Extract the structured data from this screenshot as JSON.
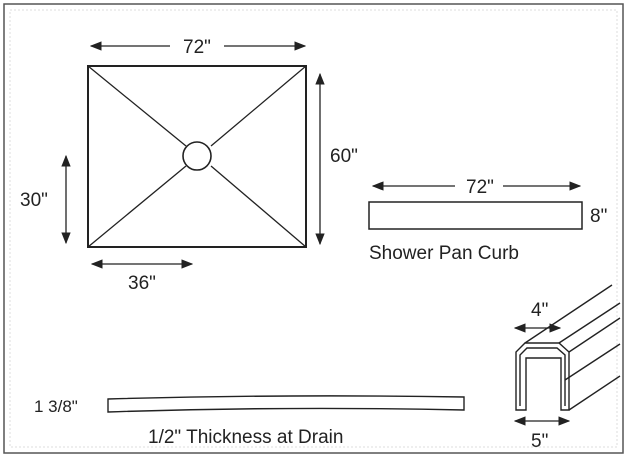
{
  "labels": {
    "pan_width": "72\"",
    "pan_depth": "60\"",
    "drain_offset_vertical": "30\"",
    "drain_offset_horizontal": "36\"",
    "curb_length": "72\"",
    "curb_height": "8\"",
    "curb_title": "Shower Pan Curb",
    "profile_top_width": "4\"",
    "profile_bottom_width": "5\"",
    "edge_thickness": "1 3/8\"",
    "drain_thickness_note": "1/2\" Thickness at Drain"
  },
  "colors": {
    "ink": "#222222",
    "background": "#ffffff",
    "border": "#555555"
  }
}
